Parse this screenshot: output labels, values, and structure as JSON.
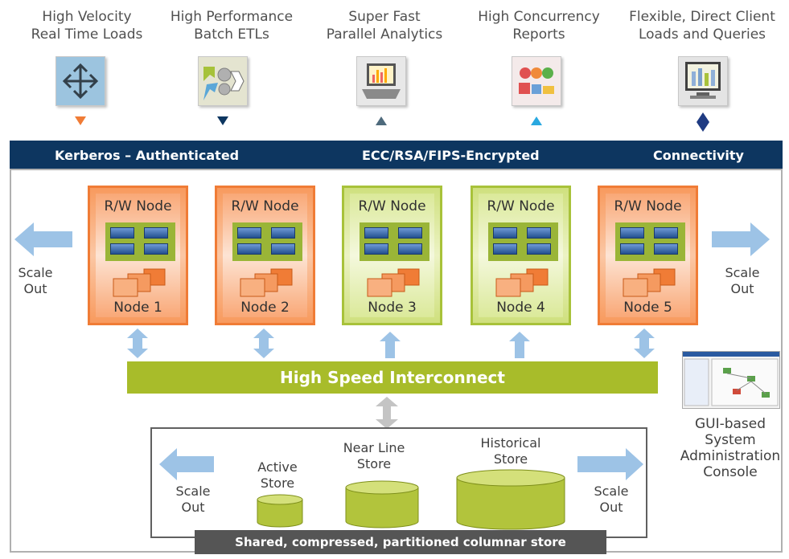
{
  "workloads": [
    {
      "line1": "High Velocity",
      "line2": "Real Time Loads",
      "icon": "crossroads-arrows-icon",
      "marker_color": "#f07c36"
    },
    {
      "line1": "High Performance",
      "line2": "Batch ETLs",
      "icon": "gears-transform-icon",
      "marker_color": "#0d3660"
    },
    {
      "line1": "Super Fast",
      "line2": "Parallel Analytics",
      "icon": "laptop-chart-icon",
      "marker_color": "#4e6a7c"
    },
    {
      "line1": "High Concurrency",
      "line2": "Reports",
      "icon": "dashboard-report-icon",
      "marker_color": "#29a8e0"
    },
    {
      "line1": "Flexible, Direct Client",
      "line2": "Loads and Queries",
      "icon": "monitor-bar-chart-icon",
      "marker_color": "#1f3b82"
    }
  ],
  "band": {
    "left": "Kerberos – Authenticated",
    "center": "ECC/RSA/FIPS-Encrypted",
    "right": "Connectivity",
    "color": "#0d3660"
  },
  "nodes": [
    {
      "title": "R/W Node",
      "name": "Node 1",
      "theme": "orange"
    },
    {
      "title": "R/W Node",
      "name": "Node 2",
      "theme": "orange"
    },
    {
      "title": "R/W Node",
      "name": "Node 3",
      "theme": "green"
    },
    {
      "title": "R/W Node",
      "name": "Node 4",
      "theme": "green"
    },
    {
      "title": "R/W Node",
      "name": "Node 5",
      "theme": "orange"
    }
  ],
  "scale_out": {
    "line1": "Scale",
    "line2": "Out"
  },
  "interconnect": {
    "label": "High Speed Interconnect",
    "color": "#a8bc2a"
  },
  "console": {
    "line1": "GUI-based",
    "line2": "System",
    "line3": "Administration",
    "line4": "Console"
  },
  "stores": [
    {
      "line1": "Active",
      "line2": "Store"
    },
    {
      "line1": "Near Line",
      "line2": "Store"
    },
    {
      "line1": "Historical",
      "line2": "Store"
    }
  ],
  "storage_band": {
    "label": "Shared, compressed, partitioned columnar store",
    "color": "#555555"
  }
}
